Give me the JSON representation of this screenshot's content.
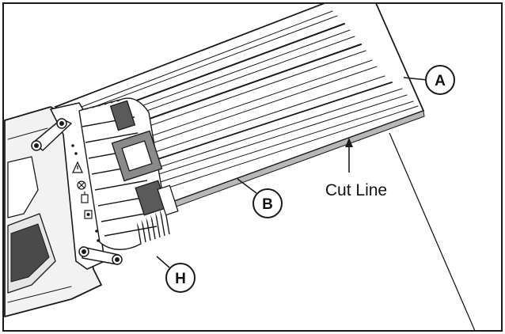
{
  "labels": {
    "callout_a": "A",
    "callout_b": "B",
    "callout_h": "H",
    "cut_line": "Cut Line"
  },
  "colors": {
    "line": "#1a1a1a",
    "rail_fill": "#ffffff",
    "cut_strip": "#b8b8b8",
    "housing_fill": "#f2f2f2",
    "background": "#ffffff"
  },
  "icons": [
    "warning-triangle-icon",
    "fan-icon",
    "plug-icon",
    "switch-icon"
  ]
}
